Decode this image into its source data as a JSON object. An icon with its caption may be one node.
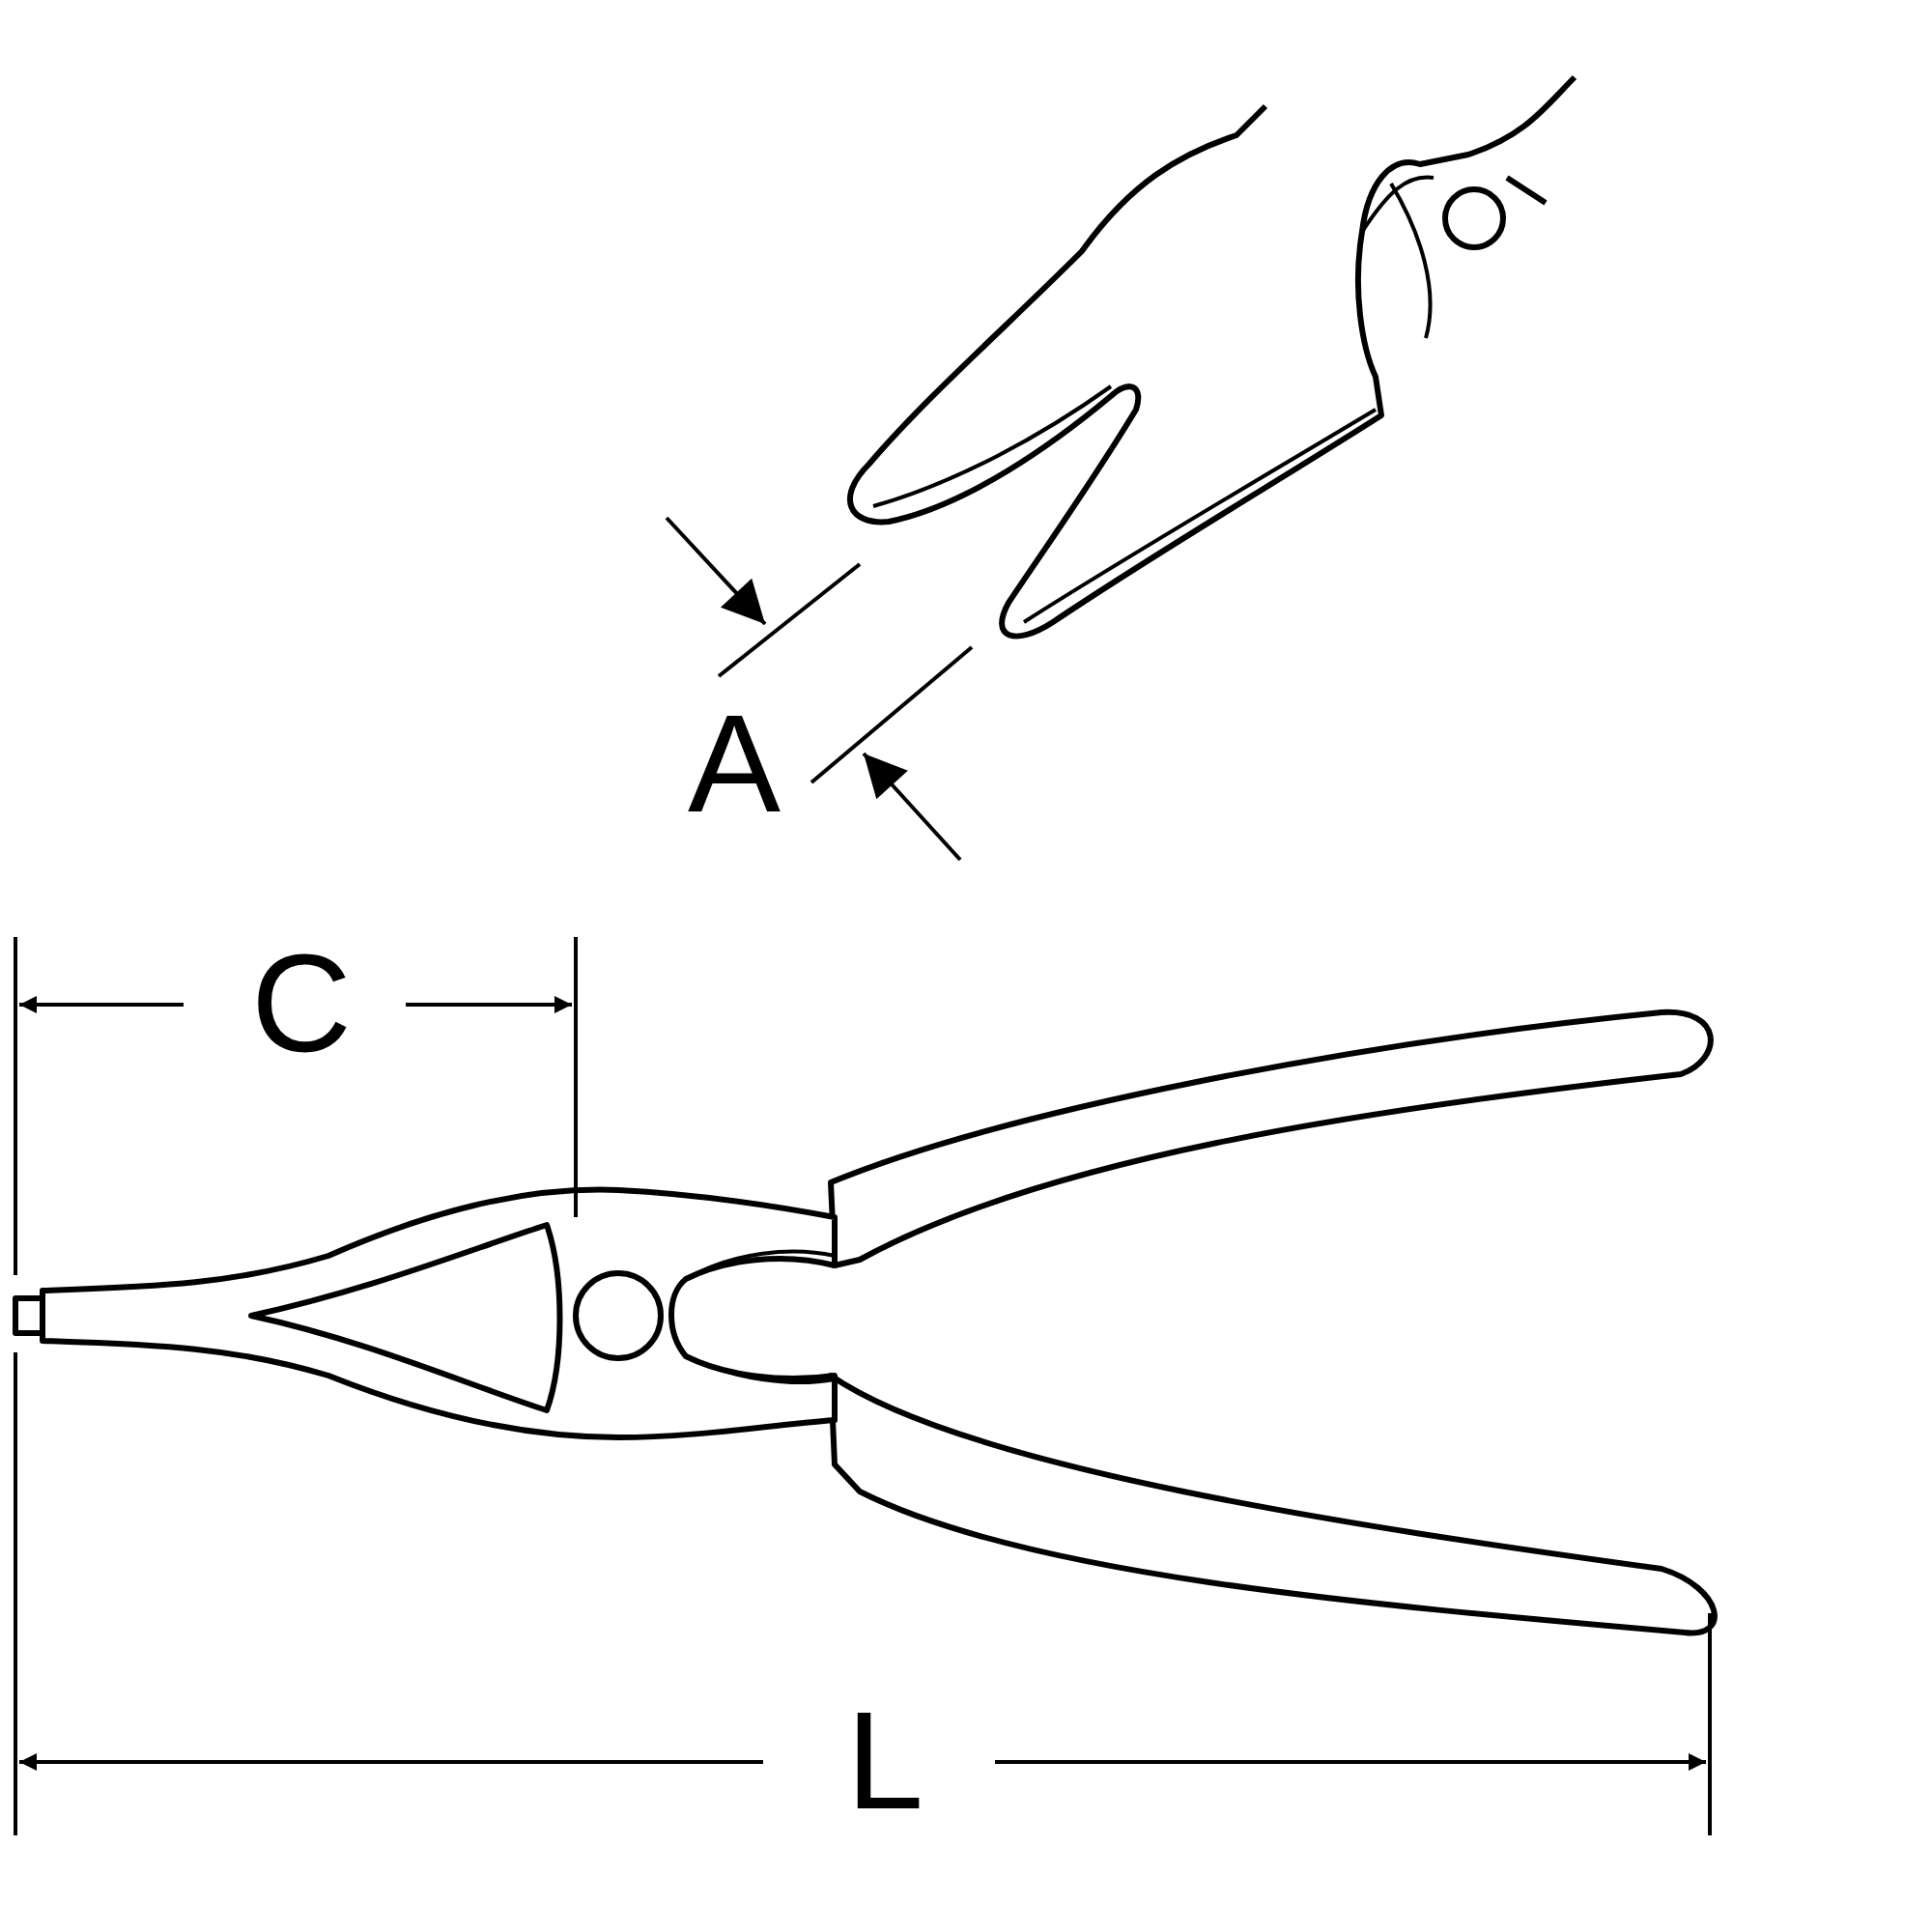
{
  "diagram": {
    "labels": [
      "A",
      "C",
      "L"
    ]
  }
}
